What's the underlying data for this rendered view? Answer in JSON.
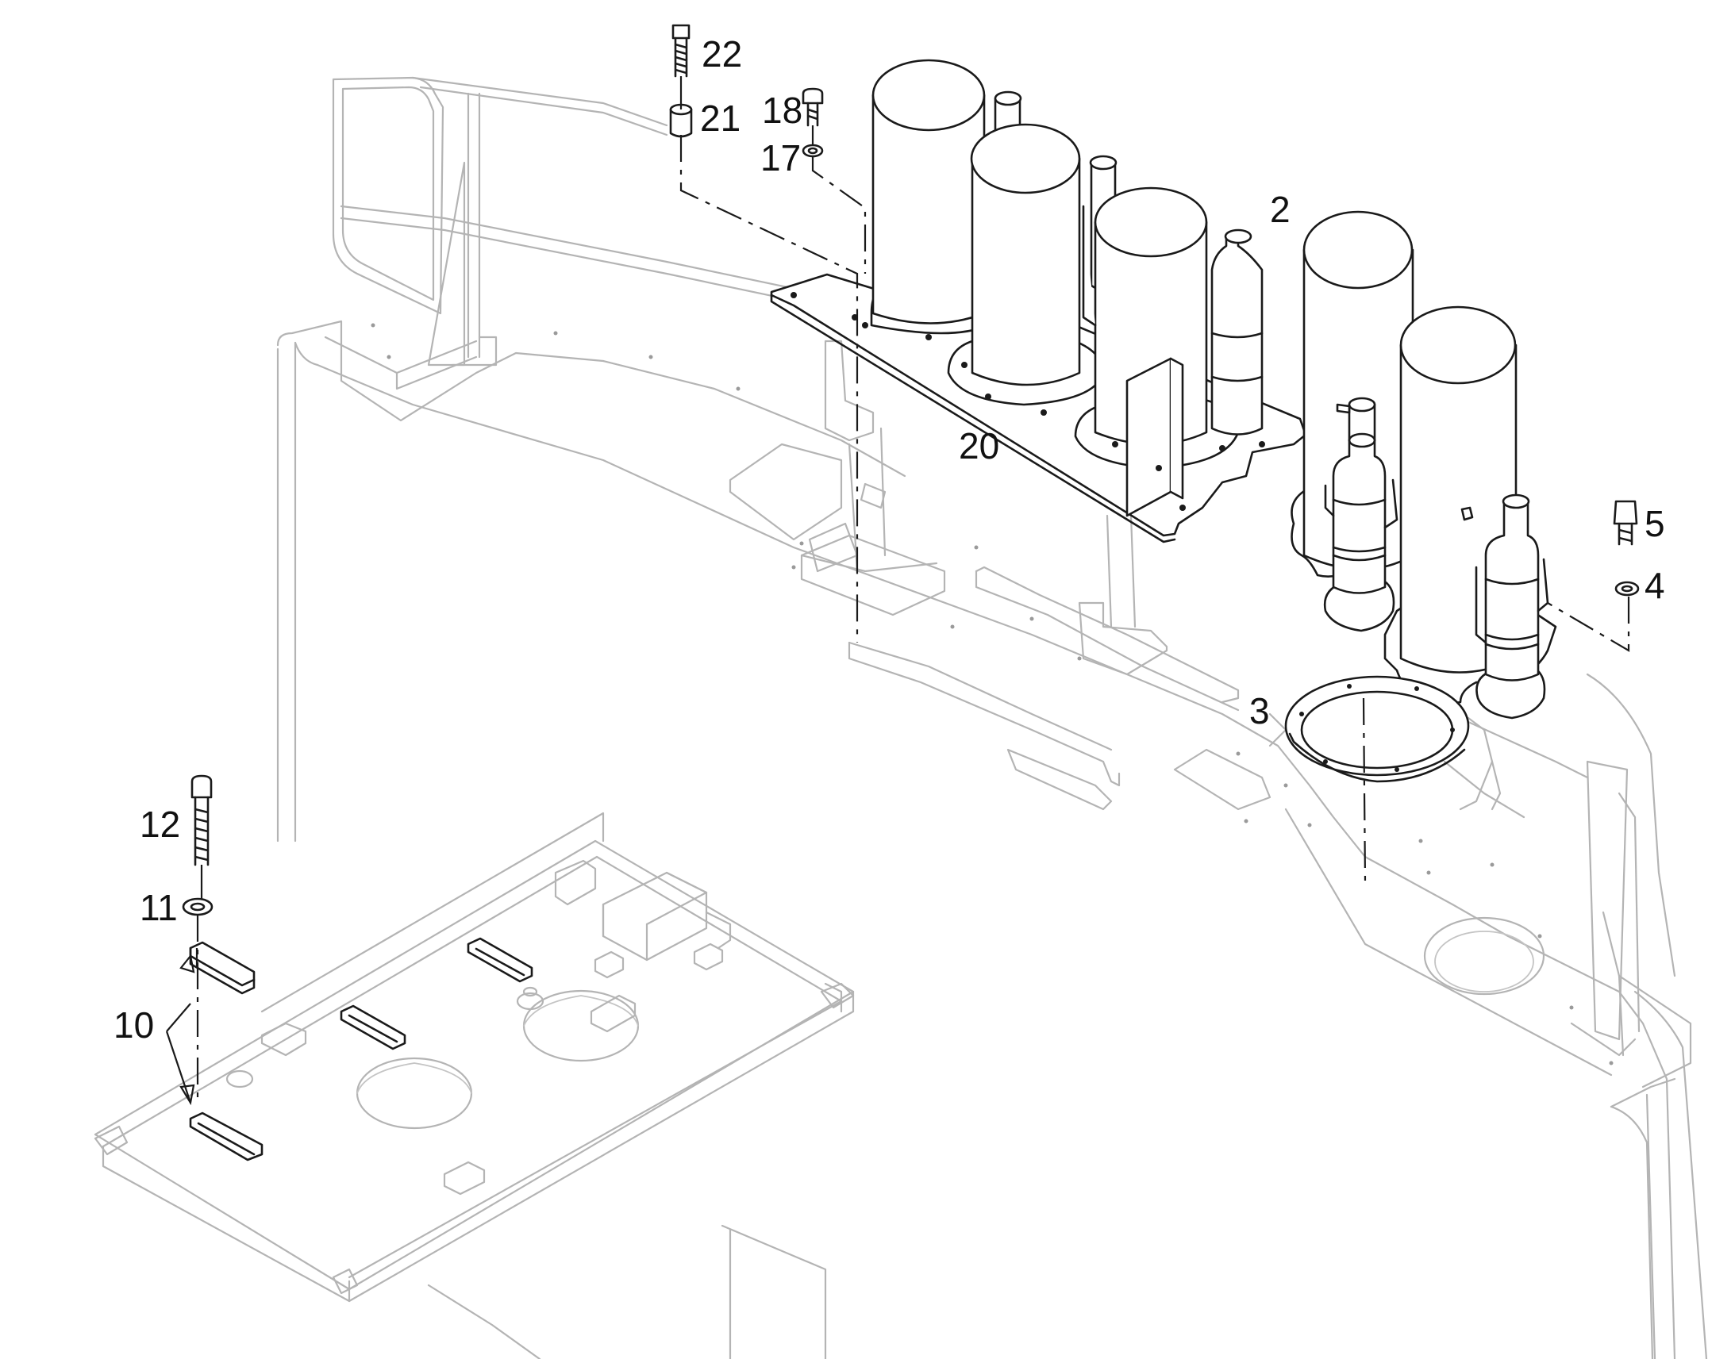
{
  "diagram": {
    "callouts": [
      "22",
      "18",
      "21",
      "17",
      "2",
      "20",
      "5",
      "4",
      "3",
      "12",
      "11",
      "10"
    ]
  },
  "colors": {
    "line_dark": "#1a1a1a",
    "line_light": "#b4b4b4",
    "background": "#ffffff"
  }
}
